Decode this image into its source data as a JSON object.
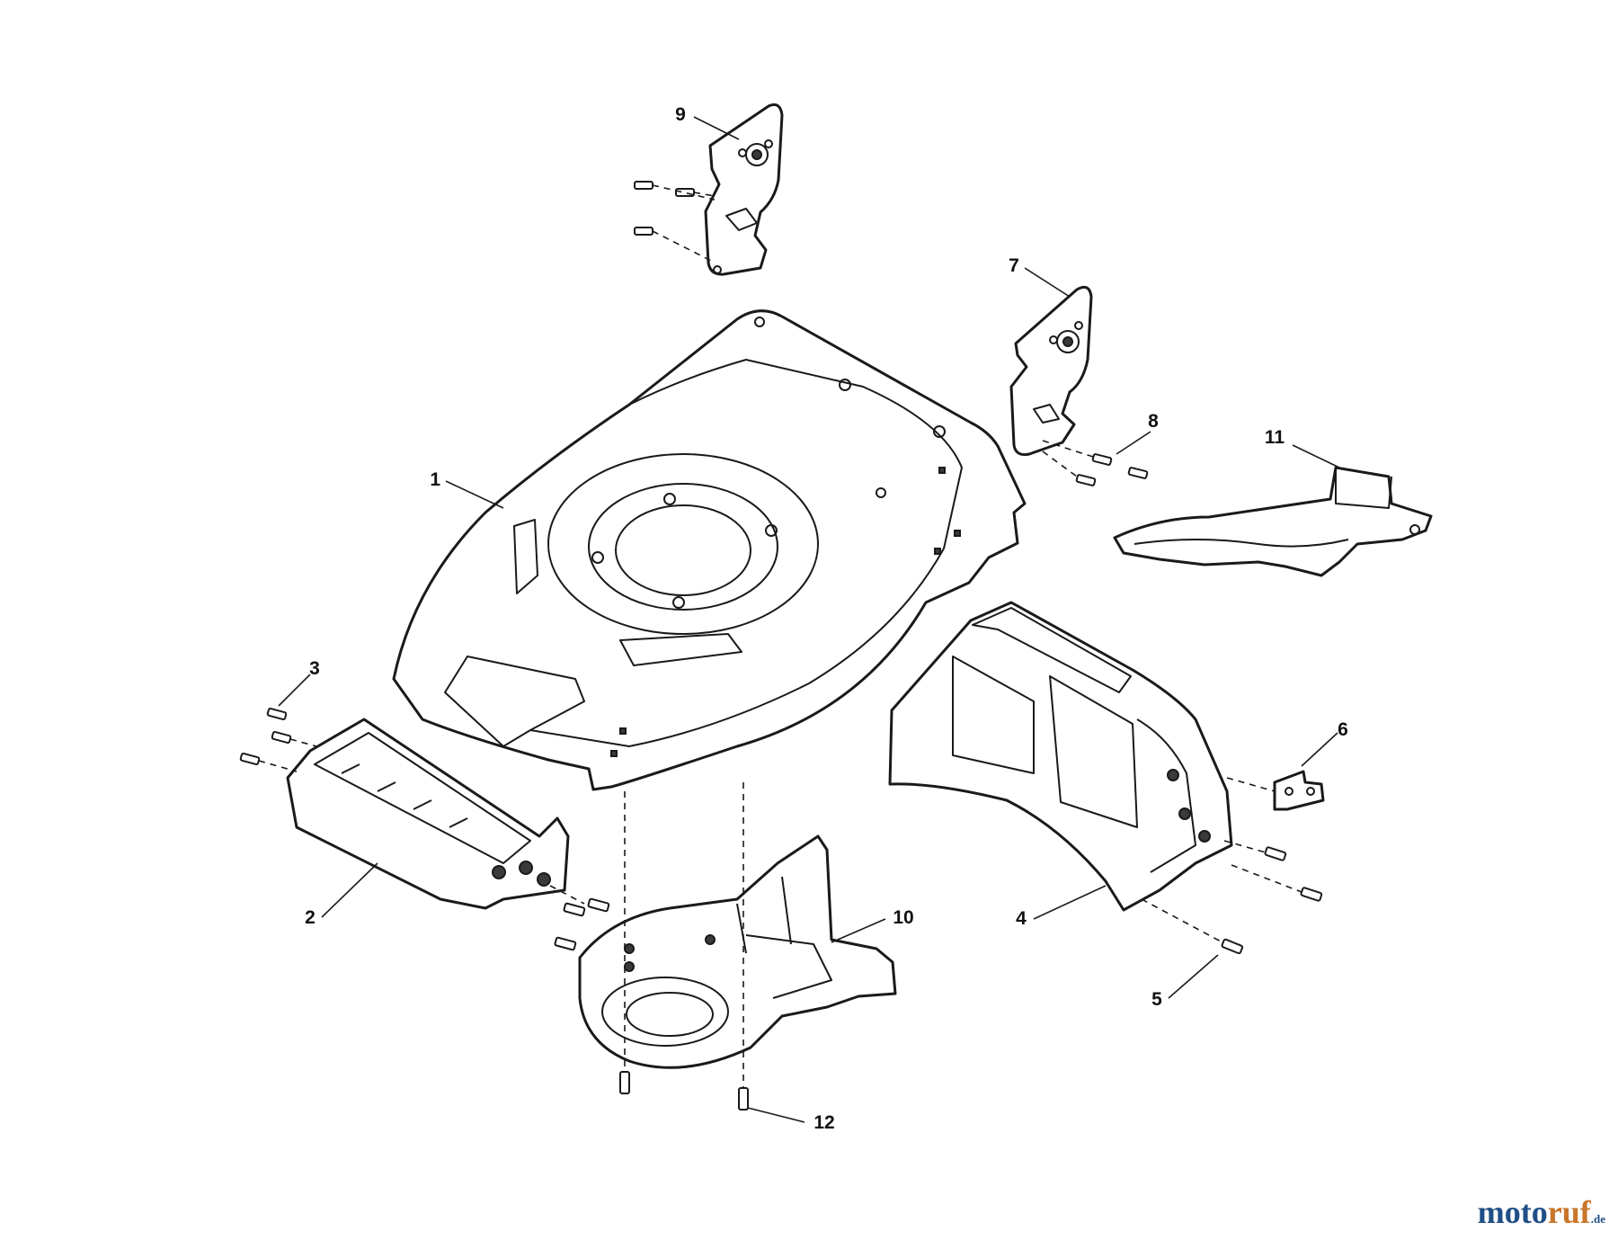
{
  "diagram": {
    "callouts": [
      {
        "id": "1",
        "label": "1"
      },
      {
        "id": "2",
        "label": "2"
      },
      {
        "id": "3",
        "label": "3"
      },
      {
        "id": "4",
        "label": "4"
      },
      {
        "id": "5",
        "label": "5"
      },
      {
        "id": "6",
        "label": "6"
      },
      {
        "id": "7",
        "label": "7"
      },
      {
        "id": "8",
        "label": "8"
      },
      {
        "id": "9",
        "label": "9"
      },
      {
        "id": "10",
        "label": "10"
      },
      {
        "id": "11",
        "label": "11"
      },
      {
        "id": "12",
        "label": "12"
      }
    ]
  },
  "watermark": {
    "main": "moto",
    "accent": "ruf",
    "tld": ".de"
  },
  "colors": {
    "line": "#1a1a1a",
    "brand_blue": "#1f4f86",
    "brand_orange": "#c8762a"
  }
}
